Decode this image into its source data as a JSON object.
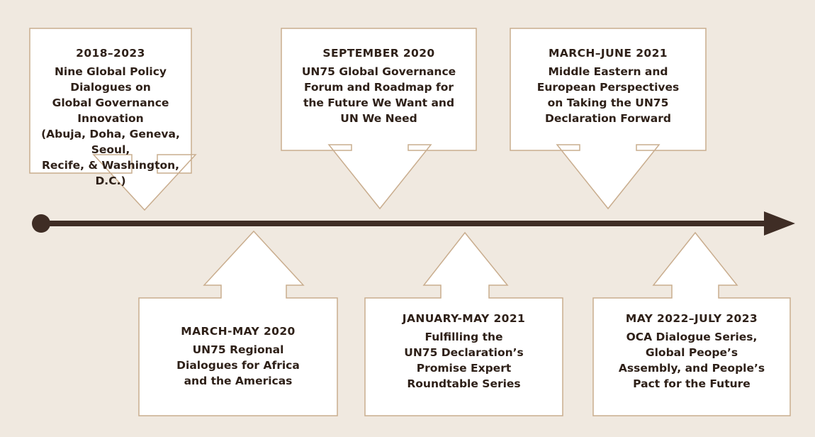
{
  "colors": {
    "background": "#f0e9e0",
    "card_fill": "#ffffff",
    "card_border": "#c9ad8e",
    "timeline": "#3f2d25",
    "text": "#2e2018"
  },
  "events": [
    {
      "date": "2018–2023",
      "description": "Nine Global Policy Dialogues on\nGlobal Governance Innovation\n(Abuja, Doha, Geneva, Seoul,\nRecife, & Washington, D.C.)"
    },
    {
      "date": "SEPTEMBER 2020",
      "description": "UN75 Global Governance\nForum and Roadmap for\nthe Future We Want and\nUN We Need"
    },
    {
      "date": "MARCH–JUNE 2021",
      "description": "Middle Eastern and\nEuropean Perspectives\non Taking the UN75\nDeclaration Forward"
    },
    {
      "date": "MARCH-MAY 2020",
      "description": "UN75 Regional\nDialogues for Africa\nand the Americas"
    },
    {
      "date": "JANUARY-MAY 2021",
      "description": "Fulfilling the\nUN75 Declaration’s\nPromise Expert\nRoundtable Series"
    },
    {
      "date": "MAY 2022–JULY 2023",
      "description": "OCA Dialogue Series,\nGlobal Peope’s\nAssembly, and People’s\nPact for the Future"
    }
  ]
}
